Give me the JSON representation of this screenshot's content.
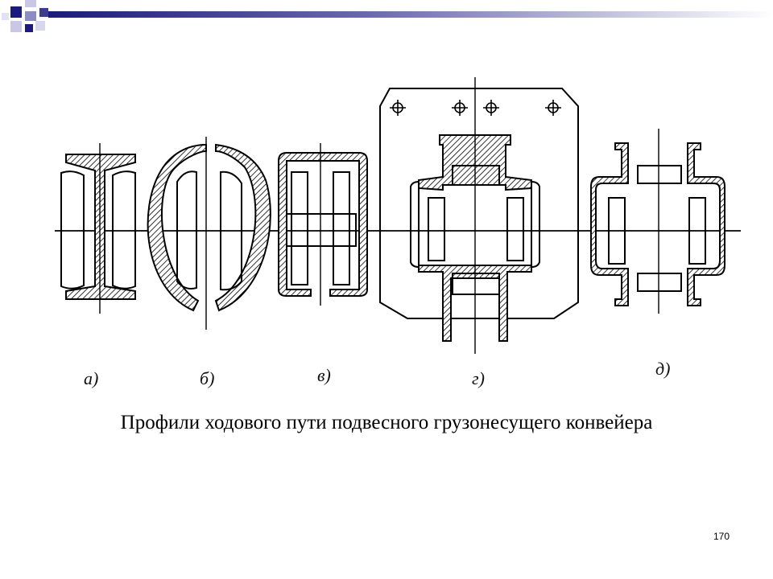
{
  "slide": {
    "caption": "Профили ходового пути подвесного грузонесущего конвейера",
    "page_number": "170",
    "accent_color": "#1a1a80"
  },
  "diagram": {
    "labels": {
      "a": "а)",
      "b": "б)",
      "v": "в)",
      "g": "г)",
      "d": "д)"
    }
  }
}
